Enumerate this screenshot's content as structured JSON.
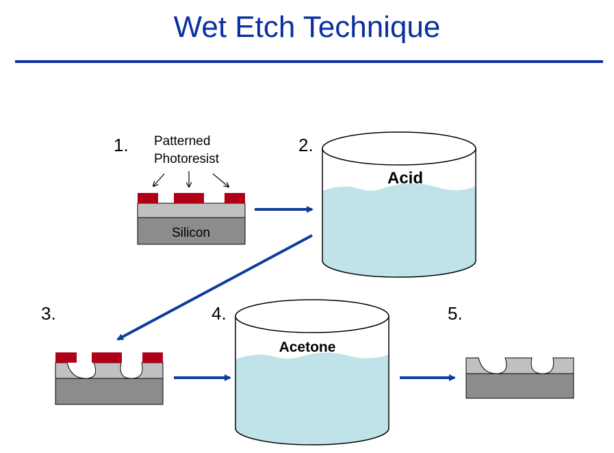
{
  "title": "Wet Etch Technique",
  "colors": {
    "title_blue": "#0b2f9e",
    "arrow_blue": "#0d3c9c",
    "photoresist": "#b00018",
    "oxide_layer": "#c0c0c0",
    "silicon": "#8c8c8c",
    "liquid": "#bfe3e8"
  },
  "steps": {
    "s1": {
      "num": "1.",
      "annotation_line1": "Patterned",
      "annotation_line2": "Photoresist",
      "substrate_label": "Silicon"
    },
    "s2": {
      "num": "2.",
      "container_label": "Acid"
    },
    "s3": {
      "num": "3."
    },
    "s4": {
      "num": "4.",
      "container_label": "Acetone"
    },
    "s5": {
      "num": "5."
    }
  }
}
